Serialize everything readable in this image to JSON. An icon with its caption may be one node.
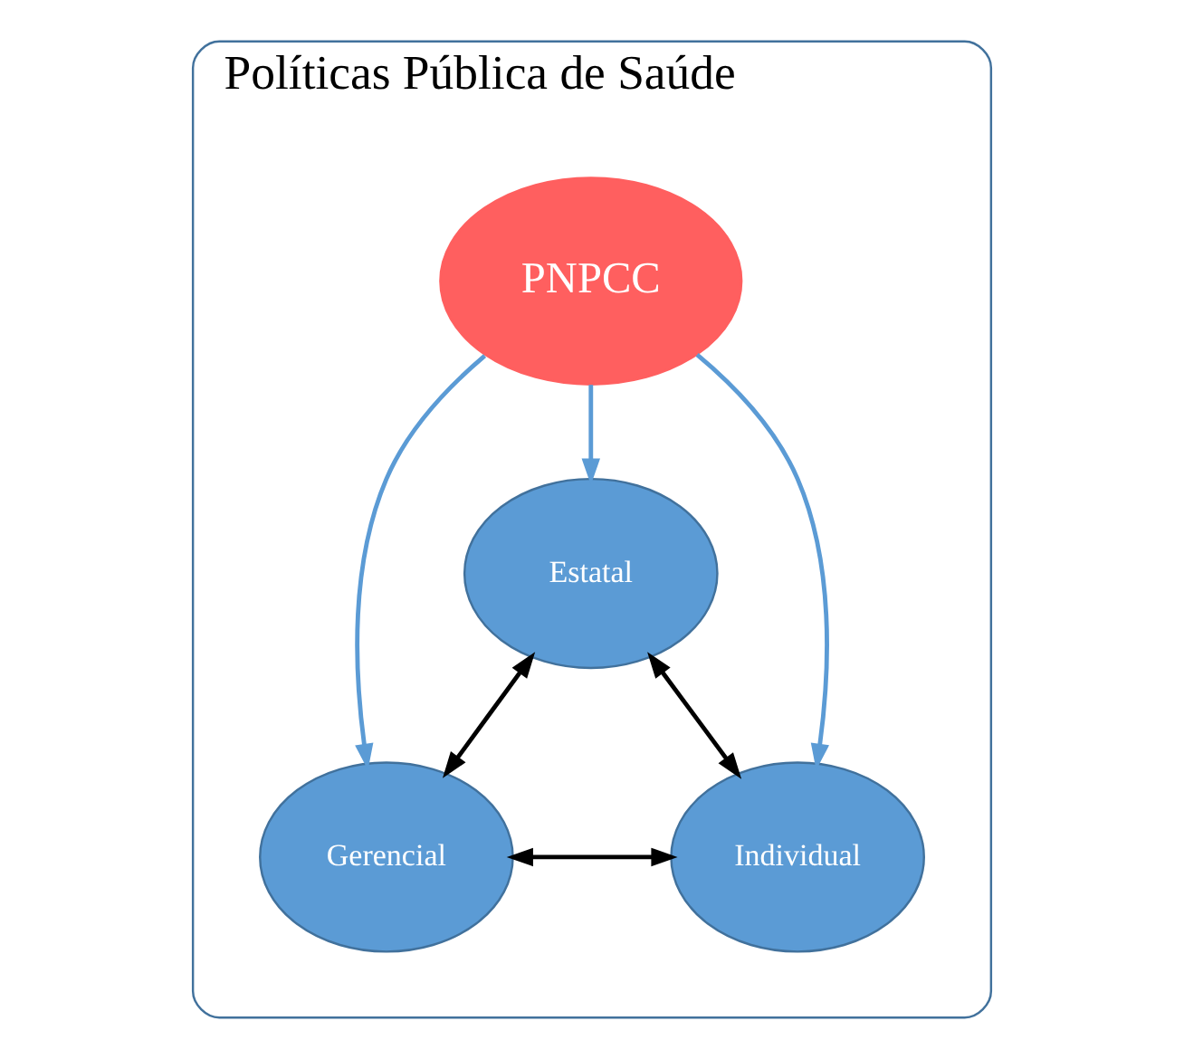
{
  "diagram": {
    "nodes": [
      {
        "text": [
          "Políticas Pública de Saúde"
        ]
      },
      {
        "text": [
          "Estatal"
        ],
        "in": 0
      },
      {
        "text": [
          "PNPCC"
        ],
        "in": 0
      },
      {
        "text": [
          "Gerencial"
        ],
        "in": 0
      },
      {
        "text": [
          "Individual"
        ],
        "in": 0
      }
    ],
    "edges": [
      {
        "from": 1,
        "to": 3,
        "arrow": "both"
      },
      {
        "from": 1,
        "to": 4,
        "arrow": "both"
      },
      {
        "from": 3,
        "to": 4,
        "arrow": "both"
      },
      {
        "from": 2,
        "to": 1,
        "arrow": "to",
        "color": "#5b9bd5"
      },
      {
        "from": 2,
        "to": 3,
        "arrow": "to",
        "color": "#5b9bd5"
      },
      {
        "from": 2,
        "to": 4,
        "arrow": "to",
        "color": "#5b9bd5"
      }
    ]
  }
}
